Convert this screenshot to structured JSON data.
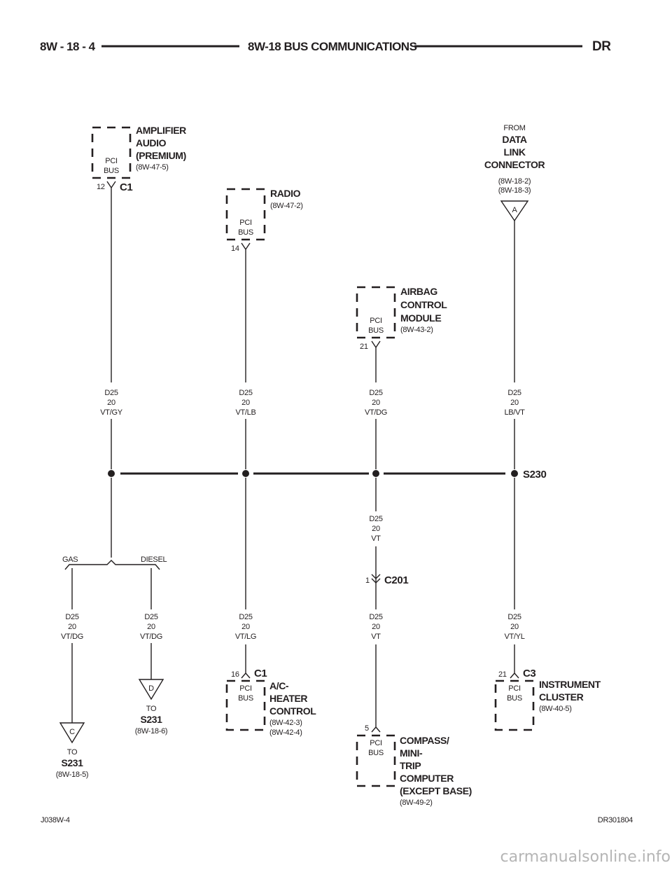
{
  "header": {
    "page_number": "8W - 18 - 4",
    "title": "8W-18 BUS COMMUNICATIONS",
    "model": "DR"
  },
  "footer": {
    "left_code": "J038W-4",
    "right_code": "DR301804",
    "watermark": "carmanualsonline.info"
  },
  "components": {
    "amplifier": {
      "name_lines": [
        "AMPLIFIER",
        "AUDIO",
        "(PREMIUM)"
      ],
      "ref": "(8W-47-5)",
      "pin_label": "PCI",
      "pin_label2": "BUS",
      "pin": "12",
      "connector": "C1"
    },
    "radio": {
      "name_lines": [
        "RADIO"
      ],
      "ref": "(8W-47-2)",
      "pin_label": "PCI",
      "pin_label2": "BUS",
      "pin": "14"
    },
    "airbag": {
      "name_lines": [
        "AIRBAG",
        "CONTROL",
        "MODULE"
      ],
      "ref": "(8W-43-2)",
      "pin_label": "PCI",
      "pin_label2": "BUS",
      "pin": "21"
    },
    "data_link": {
      "from": "FROM",
      "name_lines": [
        "DATA",
        "LINK",
        "CONNECTOR"
      ],
      "refs": [
        "(8W-18-2)",
        "(8W-18-3)"
      ],
      "pin": "A"
    },
    "ac_heater": {
      "name_lines": [
        "A/C-",
        "HEATER",
        "CONTROL"
      ],
      "refs": [
        "(8W-42-3)",
        "(8W-42-4)"
      ],
      "pin_label": "PCI",
      "pin_label2": "BUS",
      "pin": "16",
      "connector": "C1"
    },
    "compass": {
      "name_lines": [
        "COMPASS/",
        "MINI-",
        "TRIP",
        "COMPUTER",
        "(EXCEPT BASE)"
      ],
      "ref": "(8W-49-2)",
      "pin_label": "PCI",
      "pin_label2": "BUS",
      "pin": "5"
    },
    "instrument_cluster": {
      "name_lines": [
        "INSTRUMENT",
        "CLUSTER"
      ],
      "ref": "(8W-40-5)",
      "pin_label": "PCI",
      "pin_label2": "BUS",
      "pin": "21",
      "connector": "C3"
    }
  },
  "wires": {
    "amp": [
      "D25",
      "20",
      "VT/GY"
    ],
    "radio": [
      "D25",
      "20",
      "VT/LB"
    ],
    "airbag": [
      "D25",
      "20",
      "VT/DG"
    ],
    "dlc": [
      "D25",
      "20",
      "LB/VT"
    ],
    "splice_down": [
      "D25",
      "20",
      "VT"
    ],
    "gas": [
      "D25",
      "20",
      "VT/DG"
    ],
    "diesel": [
      "D25",
      "20",
      "VT/DG"
    ],
    "ac": [
      "D25",
      "20",
      "VT/LG"
    ],
    "compass": [
      "D25",
      "20",
      "VT"
    ],
    "cluster": [
      "D25",
      "20",
      "VT/YL"
    ]
  },
  "splice": {
    "name": "S230"
  },
  "inline_connector": {
    "pin": "1",
    "name": "C201"
  },
  "options": {
    "gas": "GAS",
    "diesel": "DIESEL"
  },
  "off_page": {
    "c": {
      "letter": "C",
      "to": "TO",
      "target": "S231",
      "ref": "(8W-18-5)"
    },
    "d": {
      "letter": "D",
      "to": "TO",
      "target": "S231",
      "ref": "(8W-18-6)"
    }
  }
}
